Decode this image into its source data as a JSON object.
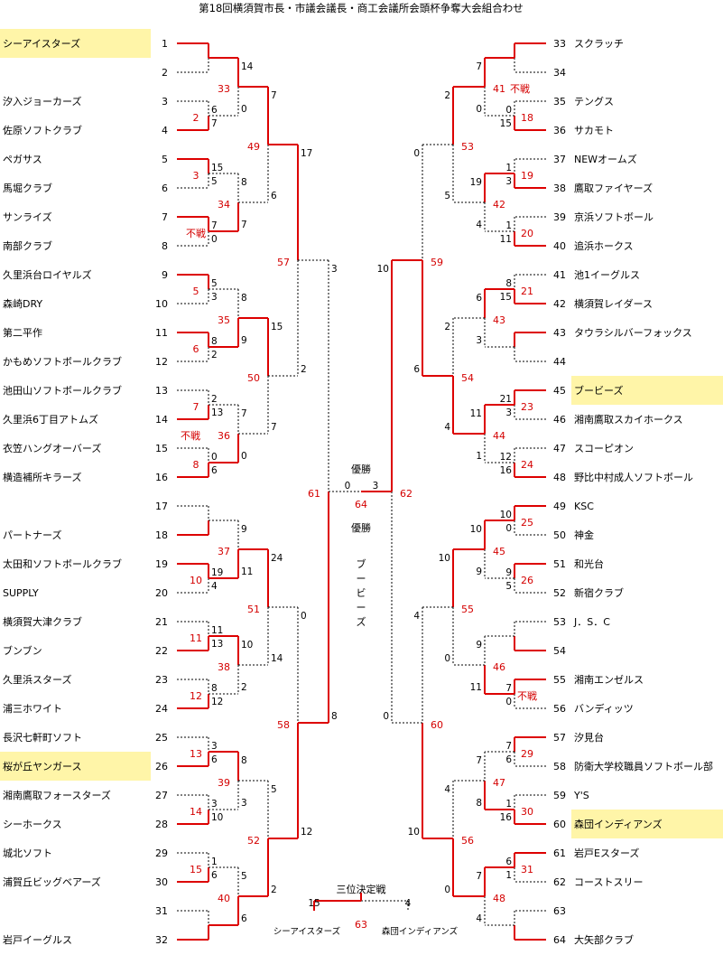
{
  "title": "第18回横須賀市長・市議会議長・商工会議所会頭杯争奪大会組合わせ",
  "colors": {
    "win": "#dd0000",
    "loss": "#000000",
    "highlight": "#fff5a8",
    "match_no": "#d40000"
  },
  "left_teams": [
    {
      "seed": "1",
      "name": "シーアイスターズ",
      "hl": true
    },
    {
      "seed": "2",
      "name": ""
    },
    {
      "seed": "3",
      "name": "汐入ジョーカーズ"
    },
    {
      "seed": "4",
      "name": "佐原ソフトクラブ"
    },
    {
      "seed": "5",
      "name": "ペガサス"
    },
    {
      "seed": "6",
      "name": "馬堀クラブ"
    },
    {
      "seed": "7",
      "name": "サンライズ"
    },
    {
      "seed": "8",
      "name": "南部クラブ"
    },
    {
      "seed": "9",
      "name": "久里浜台ロイヤルズ"
    },
    {
      "seed": "10",
      "name": "森崎DRY"
    },
    {
      "seed": "11",
      "name": "第二平作"
    },
    {
      "seed": "12",
      "name": "かもめソフトボールクラブ"
    },
    {
      "seed": "13",
      "name": "池田山ソフトボールクラブ"
    },
    {
      "seed": "14",
      "name": "久里浜6丁目アトムズ"
    },
    {
      "seed": "15",
      "name": "衣笠ハングオーバーズ"
    },
    {
      "seed": "16",
      "name": "横造補所キラーズ"
    },
    {
      "seed": "17",
      "name": ""
    },
    {
      "seed": "18",
      "name": "パートナーズ"
    },
    {
      "seed": "19",
      "name": "太田和ソフトボールクラブ"
    },
    {
      "seed": "20",
      "name": "SUPPLY"
    },
    {
      "seed": "21",
      "name": "横須賀大津クラブ"
    },
    {
      "seed": "22",
      "name": "ブンブン"
    },
    {
      "seed": "23",
      "name": "久里浜スターズ"
    },
    {
      "seed": "24",
      "name": "浦三ホワイト"
    },
    {
      "seed": "25",
      "name": "長沢七軒町ソフト"
    },
    {
      "seed": "26",
      "name": "桜が丘ヤンガース",
      "hl": true
    },
    {
      "seed": "27",
      "name": "湘南鷹取フォースターズ"
    },
    {
      "seed": "28",
      "name": "シーホークス"
    },
    {
      "seed": "29",
      "name": "城北ソフト"
    },
    {
      "seed": "30",
      "name": "浦賀丘ビッグベアーズ"
    },
    {
      "seed": "31",
      "name": ""
    },
    {
      "seed": "32",
      "name": "岩戸イーグルス"
    }
  ],
  "right_teams": [
    {
      "seed": "33",
      "name": "スクラッチ"
    },
    {
      "seed": "34",
      "name": ""
    },
    {
      "seed": "35",
      "name": "テングス"
    },
    {
      "seed": "36",
      "name": "サカモト"
    },
    {
      "seed": "37",
      "name": "NEWオームズ"
    },
    {
      "seed": "38",
      "name": "鷹取ファイヤーズ"
    },
    {
      "seed": "39",
      "name": "京浜ソフトボール"
    },
    {
      "seed": "40",
      "name": "追浜ホークス"
    },
    {
      "seed": "41",
      "name": "池1イーグルス"
    },
    {
      "seed": "42",
      "name": "横須賀レイダース"
    },
    {
      "seed": "43",
      "name": "タウラシルバーフォックス"
    },
    {
      "seed": "44",
      "name": ""
    },
    {
      "seed": "45",
      "name": "ブービーズ",
      "hl": true
    },
    {
      "seed": "46",
      "name": "湘南鷹取スカイホークス"
    },
    {
      "seed": "47",
      "name": "スコーピオン"
    },
    {
      "seed": "48",
      "name": "野比中村成人ソフトボール"
    },
    {
      "seed": "49",
      "name": "KSC"
    },
    {
      "seed": "50",
      "name": "神金"
    },
    {
      "seed": "51",
      "name": "和光台"
    },
    {
      "seed": "52",
      "name": "新宿クラブ"
    },
    {
      "seed": "53",
      "name": "J．S．C"
    },
    {
      "seed": "54",
      "name": ""
    },
    {
      "seed": "55",
      "name": "湘南エンゼルス"
    },
    {
      "seed": "56",
      "name": "バンディッツ"
    },
    {
      "seed": "57",
      "name": "汐見台"
    },
    {
      "seed": "58",
      "name": "防衛大学校職員ソフトボール部"
    },
    {
      "seed": "59",
      "name": "Y'S"
    },
    {
      "seed": "60",
      "name": "森団インディアンズ",
      "hl": true
    },
    {
      "seed": "61",
      "name": "岩戸Eスターズ"
    },
    {
      "seed": "62",
      "name": "コーストスリー"
    },
    {
      "seed": "63",
      "name": ""
    },
    {
      "seed": "64",
      "name": "大矢部クラブ"
    }
  ],
  "left_r1": [
    {
      "id": "L1",
      "top": "",
      "bot": "",
      "w": "top",
      "bye": true
    },
    {
      "id": "L2",
      "top": "6",
      "bot": "7",
      "w": "bot",
      "no": "2"
    },
    {
      "id": "L3",
      "top": "15",
      "bot": "5",
      "w": "top",
      "no": "3"
    },
    {
      "id": "L4",
      "top": "7",
      "bot": "0",
      "w": "top",
      "no": "不戦"
    },
    {
      "id": "L5",
      "top": "5",
      "bot": "3",
      "w": "top",
      "no": "5"
    },
    {
      "id": "L6",
      "top": "8",
      "bot": "2",
      "w": "top",
      "no": "6"
    },
    {
      "id": "L7",
      "top": "2",
      "bot": "13",
      "w": "bot",
      "no": "7"
    },
    {
      "id": "L8",
      "top": "0",
      "bot": "6",
      "w": "bot",
      "no": "8"
    },
    {
      "id": "L9",
      "top": "",
      "bot": "",
      "w": "bot",
      "bye": true
    },
    {
      "id": "L10",
      "top": "19",
      "bot": "4",
      "w": "top",
      "no": "10"
    },
    {
      "id": "L11",
      "top": "11",
      "bot": "13",
      "w": "bot",
      "no": "11"
    },
    {
      "id": "L12",
      "top": "8",
      "bot": "12",
      "w": "bot",
      "no": "12"
    },
    {
      "id": "L13",
      "top": "3",
      "bot": "6",
      "w": "bot",
      "no": "13"
    },
    {
      "id": "L14",
      "top": "3",
      "bot": "10",
      "w": "bot",
      "no": "14"
    },
    {
      "id": "L15",
      "top": "1",
      "bot": "6",
      "w": "bot",
      "no": "15"
    },
    {
      "id": "L16",
      "top": "",
      "bot": "",
      "w": "bot",
      "bye": true
    }
  ],
  "left_r2": [
    {
      "top": "14",
      "bot": "0",
      "w": "top",
      "no": "33"
    },
    {
      "top": "8",
      "bot": "7",
      "w": "bot",
      "no": "34"
    },
    {
      "top": "8",
      "bot": "9",
      "w": "bot",
      "no": "35"
    },
    {
      "top": "7",
      "bot": "0",
      "w": "bot",
      "no": "36",
      "no_pre": "不戦"
    },
    {
      "top": "9",
      "bot": "11",
      "w": "bot",
      "no": "37"
    },
    {
      "top": "10",
      "bot": "2",
      "w": "top",
      "no": "38"
    },
    {
      "top": "8",
      "bot": "3",
      "w": "top",
      "no": "39"
    },
    {
      "top": "5",
      "bot": "6",
      "w": "bot",
      "no": "40"
    }
  ],
  "left_r3": [
    {
      "top": "7",
      "bot": "6",
      "w": "top",
      "no": "49"
    },
    {
      "top": "15",
      "bot": "7",
      "w": "top",
      "no": "50"
    },
    {
      "top": "24",
      "bot": "14",
      "w": "top",
      "no": "51"
    },
    {
      "top": "5",
      "bot": "2",
      "w": "bot",
      "no": "52"
    }
  ],
  "left_r4": [
    {
      "top": "17",
      "bot": "2",
      "w": "top",
      "no": "57"
    },
    {
      "top": "0",
      "bot": "12",
      "w": "bot",
      "no": "58"
    }
  ],
  "left_r5": {
    "top": "3",
    "bot": "8",
    "w": "bot",
    "no": "61"
  },
  "right_r1": [
    {
      "id": "R1",
      "top": "",
      "bot": "",
      "w": "top",
      "bye": true
    },
    {
      "id": "R2",
      "top": "0",
      "bot": "15",
      "w": "bot",
      "no": "18"
    },
    {
      "id": "R3",
      "top": "1",
      "bot": "3",
      "w": "bot",
      "no": "19"
    },
    {
      "id": "R4",
      "top": "1",
      "bot": "11",
      "w": "bot",
      "no": "20"
    },
    {
      "id": "R5",
      "top": "8",
      "bot": "15",
      "w": "bot",
      "no": "21"
    },
    {
      "id": "R6",
      "top": "",
      "bot": "",
      "w": "top",
      "bye": true
    },
    {
      "id": "R7",
      "top": "21",
      "bot": "3",
      "w": "top",
      "no": "23"
    },
    {
      "id": "R8",
      "top": "12",
      "bot": "16",
      "w": "bot",
      "no": "24"
    },
    {
      "id": "R9",
      "top": "10",
      "bot": "0",
      "w": "top",
      "no": "25"
    },
    {
      "id": "R10",
      "top": "9",
      "bot": "5",
      "w": "top",
      "no": "26"
    },
    {
      "id": "R11",
      "top": "",
      "bot": "",
      "w": "bot",
      "bye": true
    },
    {
      "id": "R12",
      "top": "7",
      "bot": "0",
      "w": "top",
      "no": "不戦"
    },
    {
      "id": "R13",
      "top": "7",
      "bot": "6",
      "w": "top",
      "no": "29"
    },
    {
      "id": "R14",
      "top": "1",
      "bot": "16",
      "w": "bot",
      "no": "30"
    },
    {
      "id": "R15",
      "top": "6",
      "bot": "1",
      "w": "top",
      "no": "31"
    },
    {
      "id": "R16",
      "top": "",
      "bot": "",
      "w": "bot",
      "bye": true
    }
  ],
  "right_r2": [
    {
      "top": "7",
      "bot": "0",
      "w": "top",
      "no": "41",
      "no_post": "不戦"
    },
    {
      "top": "19",
      "bot": "4",
      "w": "top",
      "no": "42"
    },
    {
      "top": "6",
      "bot": "3",
      "w": "top",
      "no": "43"
    },
    {
      "top": "11",
      "bot": "1",
      "w": "top",
      "no": "44"
    },
    {
      "top": "10",
      "bot": "9",
      "w": "top",
      "no": "45"
    },
    {
      "top": "9",
      "bot": "11",
      "w": "bot",
      "no": "46"
    },
    {
      "top": "7",
      "bot": "8",
      "w": "bot",
      "no": "47"
    },
    {
      "top": "7",
      "bot": "4",
      "w": "top",
      "no": "48"
    }
  ],
  "right_r3": [
    {
      "top": "2",
      "bot": "5",
      "w": "top",
      "no": "53"
    },
    {
      "top": "2",
      "bot": "4",
      "w": "bot",
      "no": "54"
    },
    {
      "top": "10",
      "bot": "0",
      "w": "top",
      "no": "55"
    },
    {
      "top": "4",
      "bot": "0",
      "w": "bot",
      "no": "56"
    }
  ],
  "right_r4": [
    {
      "top": "0",
      "bot": "6",
      "w": "bot",
      "no": "59"
    },
    {
      "top": "4",
      "bot": "10",
      "w": "bot",
      "no": "60"
    }
  ],
  "right_r5": {
    "top": "10",
    "bot": "0",
    "w": "top",
    "no": "62"
  },
  "final": {
    "label": "優勝",
    "left_score": "0",
    "right_score": "3",
    "no": "64",
    "champion_label": "優勝",
    "champion_name": "ブービーズ"
  },
  "third_place": {
    "label": "三位決定戦",
    "left_score": "15",
    "right_score": "4",
    "no": "63",
    "left_name": "シーアイスターズ",
    "right_name": "森団インディアンズ"
  }
}
